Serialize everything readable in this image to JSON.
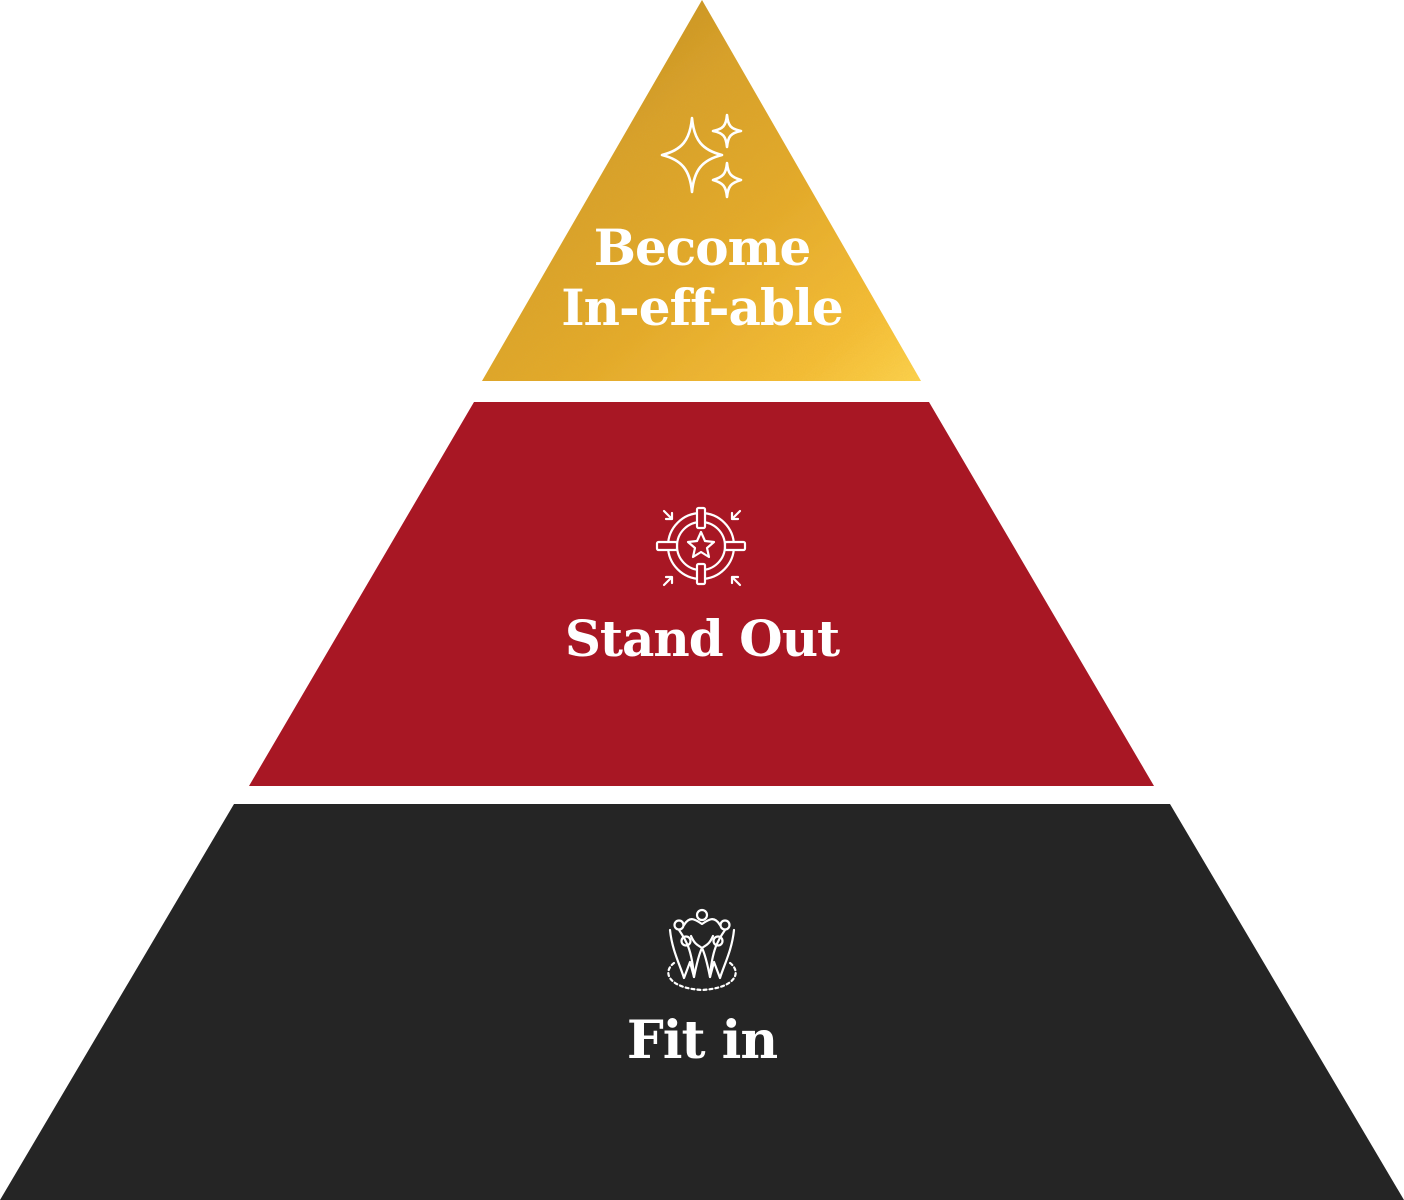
{
  "diagram": {
    "type": "pyramid",
    "tiers": [
      {
        "position": "top",
        "label_line1": "Become",
        "label_line2": "In-eff-able",
        "icon": "sparkles-icon",
        "color": "#E3A728",
        "color_light": "#FCCB45",
        "color_dark": "#B5821A"
      },
      {
        "position": "middle",
        "label": "Stand Out",
        "icon": "target-star-icon",
        "color": "#A81724"
      },
      {
        "position": "bottom",
        "label": "Fit in",
        "icon": "community-group-icon",
        "color": "#252525"
      }
    ]
  }
}
